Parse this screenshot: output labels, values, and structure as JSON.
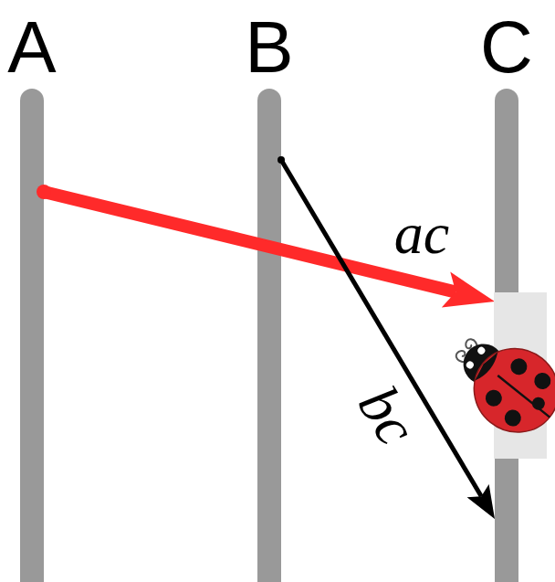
{
  "diagram": {
    "nodes": [
      {
        "text": [
          "A"
        ]
      },
      {
        "text": [
          "B"
        ]
      },
      {
        "text": [
          "C"
        ]
      }
    ],
    "edges": [
      {
        "from": 0,
        "to": 2,
        "arrow": "to",
        "label": "ac"
      },
      {
        "from": 1,
        "to": 2,
        "arrow": "to",
        "label": "bc"
      }
    ]
  }
}
